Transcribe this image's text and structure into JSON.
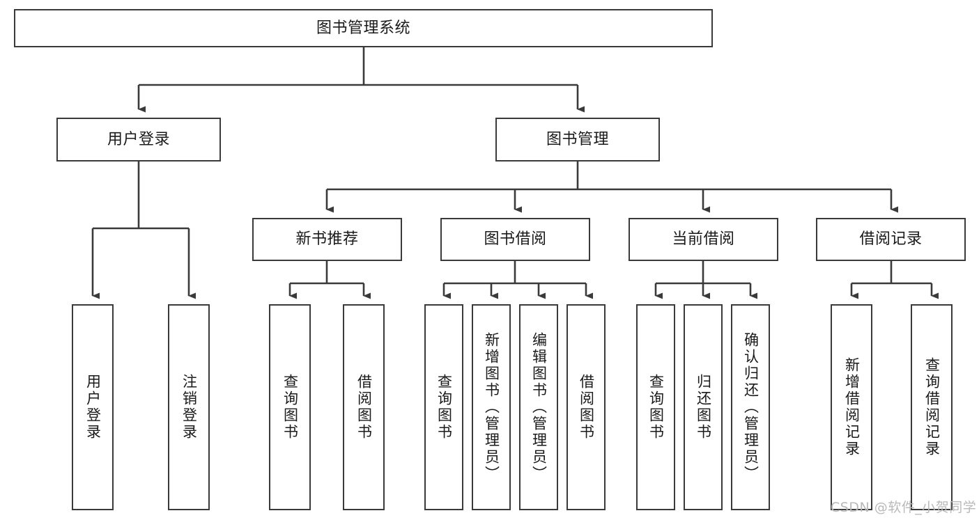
{
  "diagram": {
    "title_node": {
      "label": "图书管理系统"
    },
    "level2": [
      {
        "label": "用户登录"
      },
      {
        "label": "图书管理"
      }
    ],
    "level3": [
      {
        "label": "新书推荐"
      },
      {
        "label": "图书借阅"
      },
      {
        "label": "当前借阅"
      },
      {
        "label": "借阅记录"
      }
    ],
    "leaves": {
      "user_login": [
        {
          "label": "用户登录"
        },
        {
          "label": "注销登录"
        }
      ],
      "new_book_recommend": [
        {
          "label": "查询图书"
        },
        {
          "label": "借阅图书"
        }
      ],
      "book_borrow": [
        {
          "label": "查询图书"
        },
        {
          "label": "新增图书（管理员）"
        },
        {
          "label": "编辑图书（管理员）"
        },
        {
          "label": "借阅图书"
        }
      ],
      "current_borrow": [
        {
          "label": "查询图书"
        },
        {
          "label": "归还图书"
        },
        {
          "label": "确认归还（管理员）"
        }
      ],
      "borrow_record": [
        {
          "label": "新增借阅记录"
        },
        {
          "label": "查询借阅记录"
        }
      ]
    }
  },
  "watermark": {
    "text": "CSDN @软件_小贺同学"
  },
  "colors": {
    "box_border": "#3a3a3a",
    "line": "#3a3a3a",
    "text": "#1a1a1a",
    "watermark": "#b9b9b9",
    "background": "#ffffff"
  }
}
